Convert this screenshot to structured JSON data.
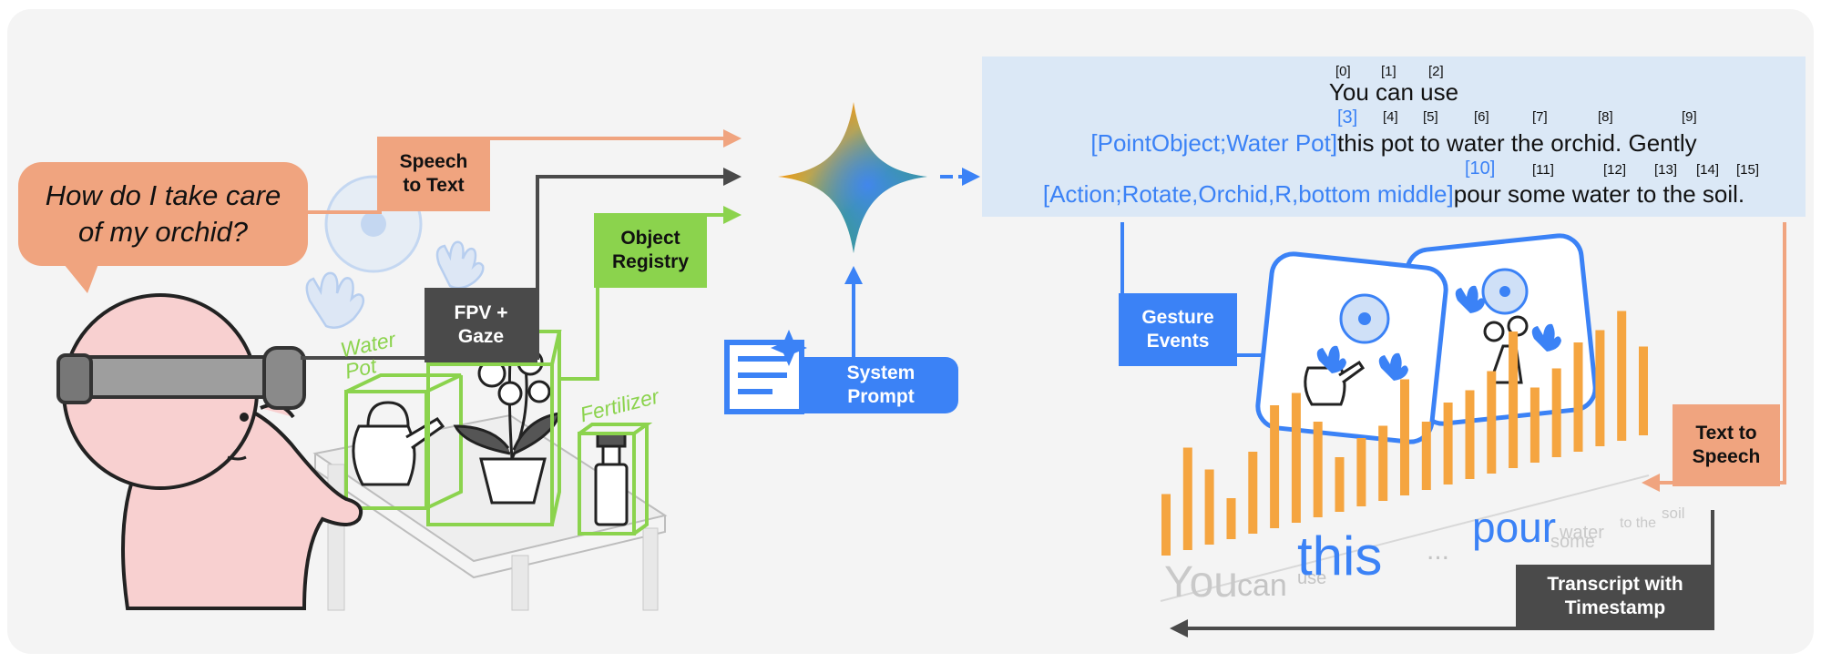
{
  "speech_bubble": {
    "text": "How do I take care\nof my orchid?"
  },
  "labels": {
    "speech_to_text": "Speech\nto Text",
    "fpv_gaze": "FPV +\nGaze",
    "object_registry": "Object\nRegistry",
    "system_prompt": "System\nPrompt",
    "gesture_events": "Gesture\nEvents",
    "text_to_speech": "Text to\nSpeech",
    "transcript_with_timestamp": "Transcript with\nTimestamp"
  },
  "scene_labels": {
    "water_pot": "Water\nPot",
    "fertilizer": "Fertilizer"
  },
  "transcript": {
    "line1": {
      "text": "You can use",
      "indices": [
        "[0]",
        "[1]",
        "[2]"
      ]
    },
    "line2": {
      "tag": "[PointObject;Water Pot]",
      "text": "this pot to water the orchid. Gently",
      "tag_index": "[3]",
      "indices": [
        "[4]",
        "[5]",
        "[6]",
        "[7]",
        "[8]",
        "[9]"
      ]
    },
    "line3": {
      "tag": "[Action;Rotate,Orchid,R,bottom middle]",
      "text": "pour some water to the soil.",
      "tag_index": "[10]",
      "indices": [
        "[11]",
        "[12]",
        "[13]",
        "[14]",
        "[15]"
      ]
    }
  },
  "spoken_words": [
    "You",
    "can",
    "use",
    "this",
    "...",
    "pour",
    "some",
    "water",
    "to the",
    "soil"
  ],
  "waveform": {
    "bar_heights": [
      0.45,
      0.75,
      0.55,
      0.3,
      0.6,
      0.9,
      0.95,
      0.7,
      0.4,
      0.5,
      0.55,
      0.85,
      0.5,
      0.6,
      0.65,
      0.75,
      1.0,
      0.55,
      0.65,
      0.8,
      0.85,
      0.95,
      0.65
    ]
  },
  "colors": {
    "orange": "#f0a47f",
    "dark": "#4a4a4a",
    "green": "#8bd34d",
    "blue": "#3b82f6",
    "wave": "#f5a540",
    "transcript_bg": "#dbe8f6"
  }
}
